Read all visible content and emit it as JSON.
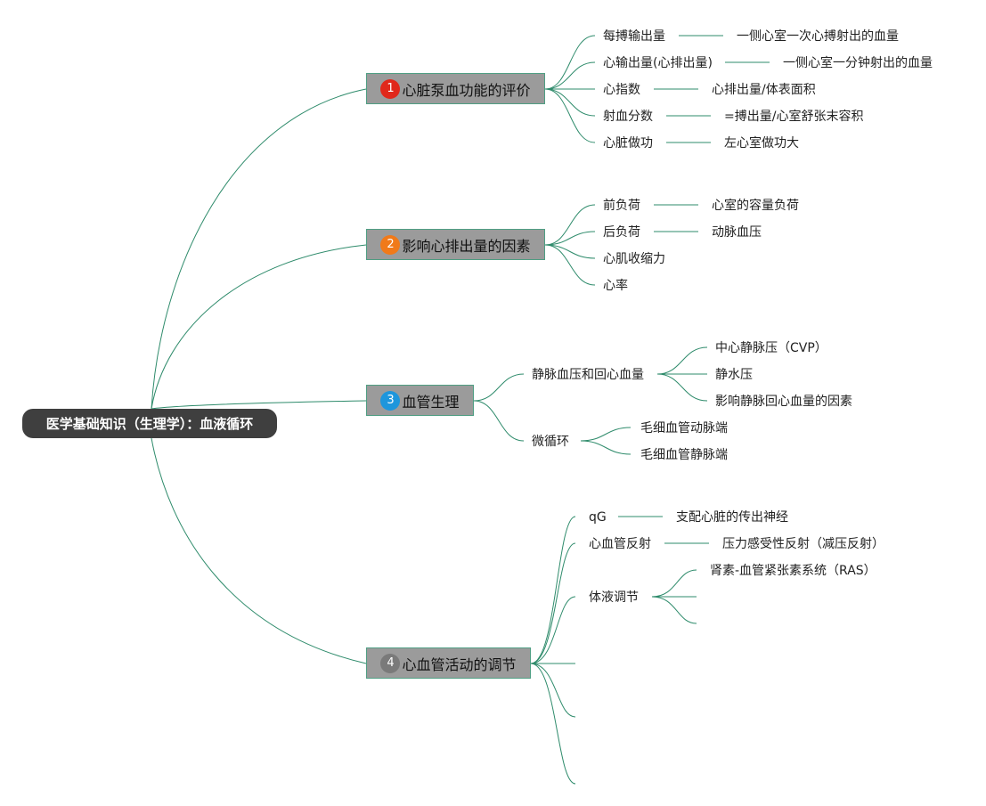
{
  "root": {
    "label": "医学基础知识（生理学）：血液循环"
  },
  "branches": [
    {
      "badge": "1",
      "badge_color": "#e0281b",
      "label": "心脏泵血功能的评价",
      "items": [
        {
          "label": "每搏输出量",
          "detail": "一侧心室一次心搏射出的血量"
        },
        {
          "label": "心输出量(心排出量)",
          "detail": "一侧心室一分钟射出的血量"
        },
        {
          "label": "心指数",
          "detail": "心排出量/体表面积"
        },
        {
          "label": "射血分数",
          "detail": "=搏出量/心室舒张末容积"
        },
        {
          "label": "心脏做功",
          "detail": "左心室做功大"
        }
      ]
    },
    {
      "badge": "2",
      "badge_color": "#f07a1a",
      "label": "影响心排出量的因素",
      "items": [
        {
          "label": "前负荷",
          "detail": "心室的容量负荷"
        },
        {
          "label": "后负荷",
          "detail": "动脉血压"
        },
        {
          "label": "心肌收缩力"
        },
        {
          "label": "心率"
        }
      ]
    },
    {
      "badge": "3",
      "badge_color": "#1e96dc",
      "label": "血管生理",
      "items": [
        {
          "label": "静脉血压和回心血量",
          "children": [
            "中心静脉压（CVP）",
            "静水压",
            "影响静脉回心血量的因素"
          ]
        },
        {
          "label": "微循环",
          "children": [
            "毛细血管动脉端",
            "毛细血管静脉端"
          ]
        }
      ]
    },
    {
      "badge": "4",
      "badge_color": "#7a7a7a",
      "label": "心血管活动的调节",
      "items": [
        {
          "label": "qG",
          "detail": "支配心脏的传出神经"
        },
        {
          "label": "心血管反射",
          "detail": "压力感受性反射（减压反射）"
        },
        {
          "label": "体液调节",
          "children": [
            "肾素-血管紧张素系统（RAS）",
            "",
            ""
          ]
        },
        {
          "label": ""
        },
        {
          "label": ""
        },
        {
          "label": ""
        }
      ]
    }
  ]
}
